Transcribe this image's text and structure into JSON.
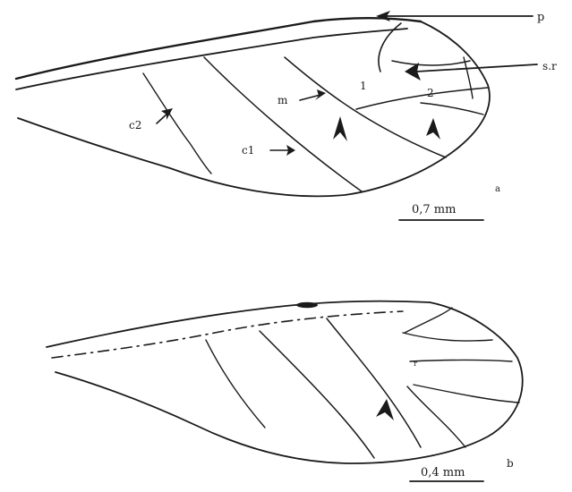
{
  "figure": {
    "panel_a": {
      "panel_letter": "a",
      "scale_bar_label": "0,7 mm",
      "labels": {
        "pterostigma": "p",
        "sector": "s.r",
        "cell_1": "1",
        "cell_2": "2",
        "vein_m": "m",
        "vein_c1": "c1",
        "vein_c2": "c2"
      }
    },
    "panel_b": {
      "panel_letter": "b",
      "scale_bar_label": "0,4 mm",
      "labels": {
        "cell_mark": "r"
      }
    }
  },
  "colors": {
    "ink": "#1a1a1a",
    "background": "#ffffff"
  }
}
